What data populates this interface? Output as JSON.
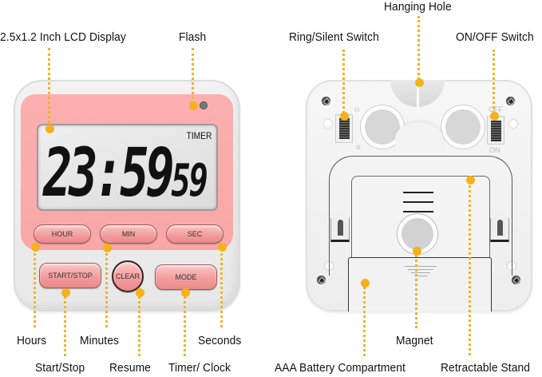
{
  "front": {
    "lcd": {
      "mode": "TIMER",
      "main_digits": "23:59",
      "small_digits": "59"
    },
    "buttons": {
      "hour": "HOUR",
      "min": "MIN",
      "sec": "SEC",
      "start_stop": "START/STOP",
      "clear": "CLEAR",
      "mode": "MODE"
    }
  },
  "back": {
    "switch_labels": {
      "on": "ON",
      "off": "OFF"
    }
  },
  "callouts": {
    "lcd_display": "2.5x1.2 Inch LCD Display",
    "flash": "Flash",
    "hours": "Hours",
    "minutes": "Minutes",
    "seconds": "Seconds",
    "start_stop": "Start/Stop",
    "resume": "Resume",
    "timer_clock": "Timer/ Clock",
    "hanging_hole": "Hanging Hole",
    "ring_silent_switch": "Ring/Silent Switch",
    "on_off_switch": "ON/OFF Switch",
    "magnet": "Magnet",
    "battery_compartment": "AAA Battery Compartment",
    "retractable_stand": "Retractable Stand"
  },
  "colors": {
    "callout_dot": "#f5b21b",
    "face_pink": "#f9a7a7",
    "button_pink": "#f39a9a",
    "body_white": "#f3f3f3"
  }
}
